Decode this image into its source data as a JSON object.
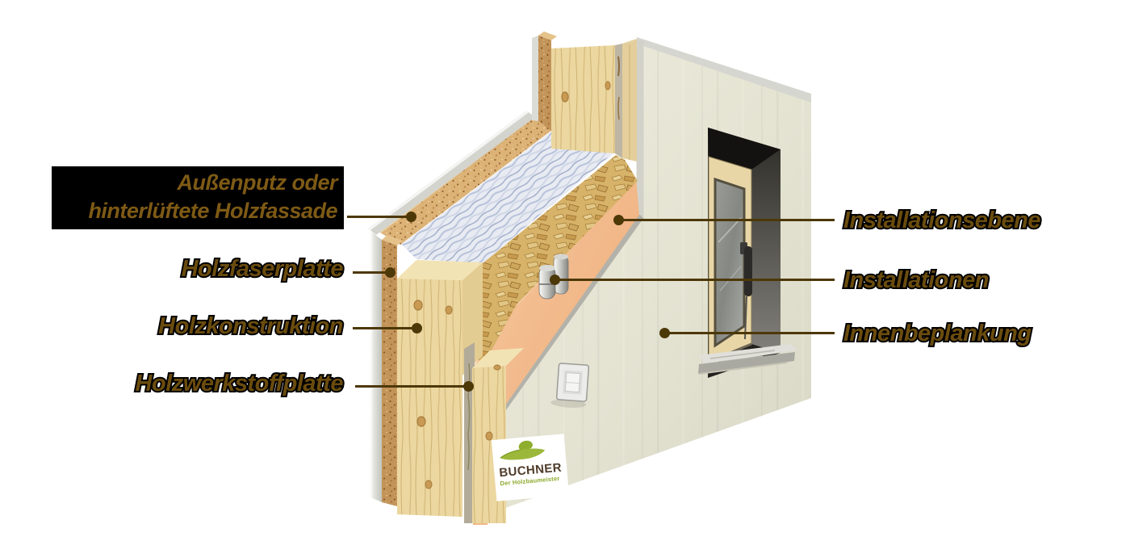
{
  "diagram": {
    "left_labels": {
      "facade": {
        "line1": "Außenputz oder",
        "line2": "hinterlüftete Holzfassade",
        "highlighted": true
      },
      "holzfaserplatte": {
        "text": "Holzfaserplatte"
      },
      "holzkonstruktion": {
        "text": "Holzkonstruktion"
      },
      "holzwerkstoffplatte": {
        "text": "Holzwerkstoffplatte"
      }
    },
    "right_labels": {
      "installationsebene": {
        "text": "Installationsebene"
      },
      "installationen": {
        "text": "Installationen"
      },
      "innenbeplankung": {
        "text": "Innenbeplankung"
      }
    },
    "logo": {
      "name": "BUCHNER",
      "tagline": "Der Holzbaumeister"
    },
    "colors": {
      "label_text": "#6b4c0e",
      "label_highlight_bg": "#000000",
      "label_highlight_text": "#7e5a15",
      "leader_line": "#4d3808",
      "logo_green": "#9cb83b",
      "logo_text": "#4f3b2a",
      "interior_wall": "#e7e6d6",
      "installation_layer_orange": "#f2b385",
      "wood": "#ebd79f",
      "fiber_board": "#dcb277"
    }
  }
}
